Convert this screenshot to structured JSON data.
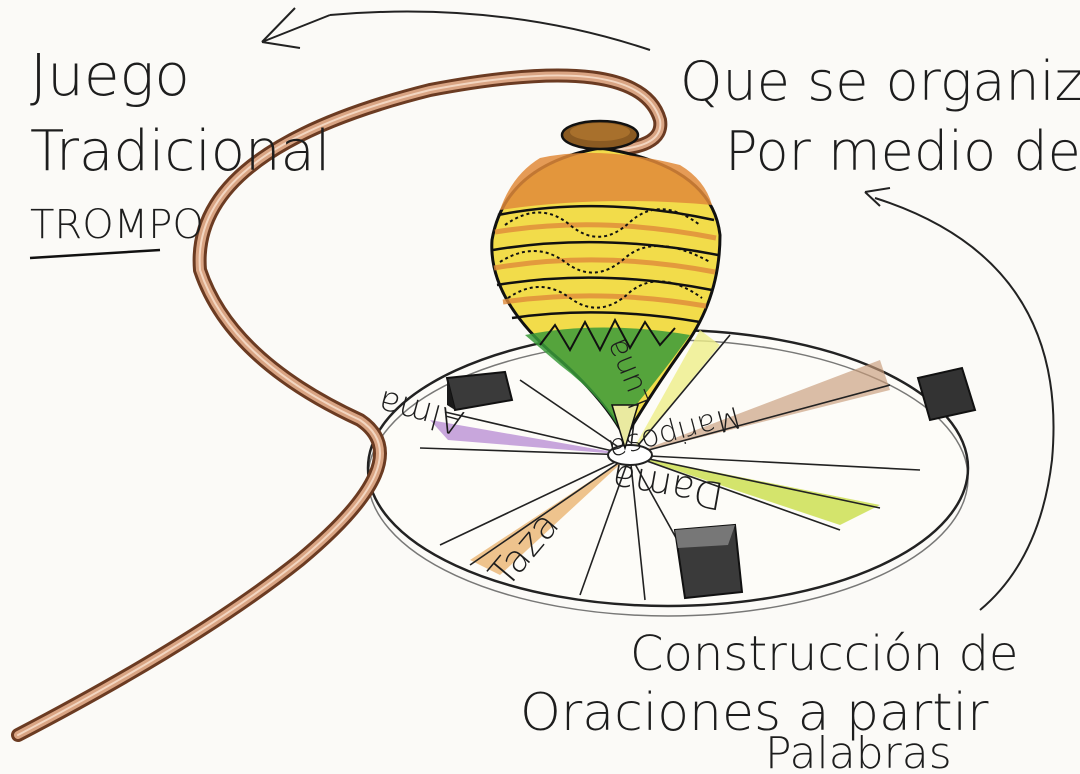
{
  "title": {
    "line1": "Juego",
    "line2": "Tradicional",
    "line3": "TROMPO"
  },
  "purpose": {
    "line1": "Que se organizara",
    "line2": "Por medio de"
  },
  "activity": {
    "line1": "Construcción de",
    "line2": "Oraciones a partir",
    "line3": "Palabras"
  },
  "wheel_words": {
    "w1": "Alma",
    "w2": "Luna",
    "w3": "Mariposa",
    "w4": "Dama",
    "w5": "Taza"
  },
  "colors": {
    "ink": "#1d1d1d",
    "rope": "#b77a55",
    "top_orange": "#e08a3a",
    "top_yellow": "#f2dc4a",
    "top_green": "#3a9a3a",
    "wedge_purple": "#b58ad3",
    "wedge_green": "#c9dd48",
    "wedge_brown": "#c89b7a",
    "wedge_orange": "#e8b06a",
    "block": "#3a3a3a"
  }
}
